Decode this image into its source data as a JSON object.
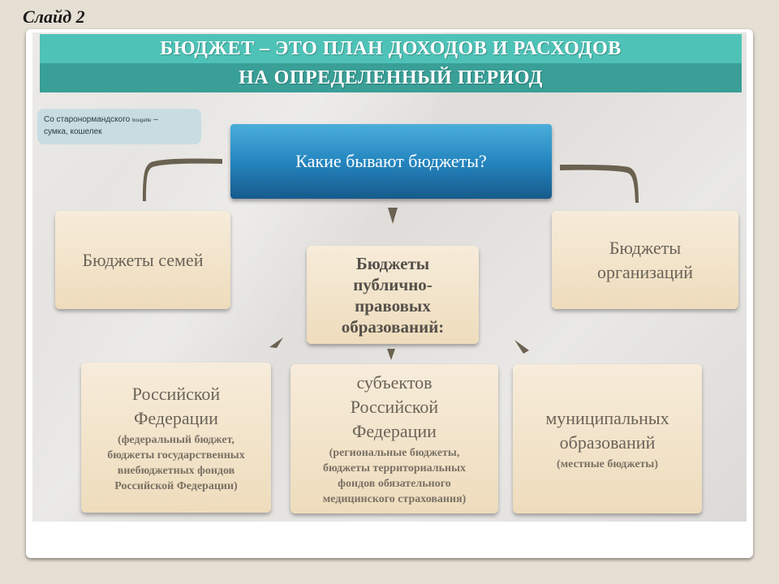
{
  "slide_label": "Слайд 2",
  "title": {
    "line1": "БЮДЖЕТ – ЭТО ПЛАН ДОХОДОВ И РАСХОДОВ",
    "line2": "НА ОПРЕДЕЛЕННЫЙ ПЕРИОД"
  },
  "etymology": {
    "prefix": "Со старонормандского",
    "word": "bougette",
    "suffix": "–",
    "line2": "сумка, кошелек"
  },
  "question": "Какие бывают бюджеты?",
  "types": {
    "family": "Бюджеты семей",
    "org_line1": "Бюджеты",
    "org_line2": "организаций",
    "public_line1": "Бюджеты",
    "public_line2": "публично-",
    "public_line3": "правовых",
    "public_line4": "образований:"
  },
  "levels": {
    "rf": {
      "line1": "Российской",
      "line2": "Федерации",
      "note1": "(федеральный бюджет,",
      "note2": "бюджеты государственных",
      "note3": "внебюджетных фондов",
      "note4": "Российской Федерации)"
    },
    "subjects": {
      "line1": "субъектов",
      "line2": "Российской",
      "line3": "Федерации",
      "note1": "(региональные бюджеты,",
      "note2": "бюджеты территориальных",
      "note3": "фондов обязательного",
      "note4": "медицинского страхования)"
    },
    "municipal": {
      "line1": "муниципальных",
      "line2": "образований",
      "note1": "(местные бюджеты)"
    }
  },
  "colors": {
    "title_top": "#4fc2b7",
    "title_bottom": "#399f97",
    "question_box": "#2586c0",
    "category_box": "#eedcbc",
    "connector": "#6b6150"
  }
}
